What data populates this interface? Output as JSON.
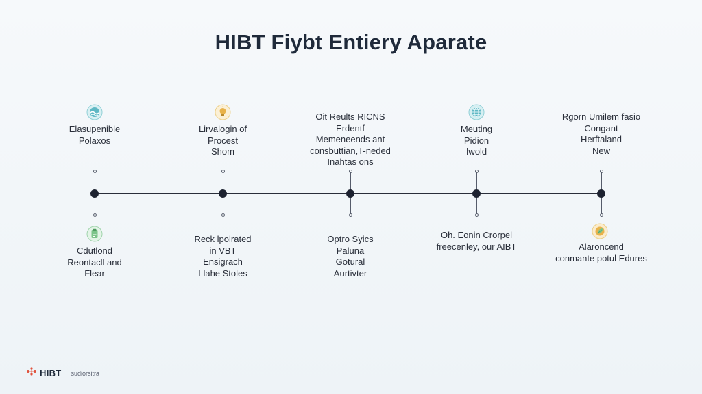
{
  "title": "HIBT Fiybt Entiery Aparate",
  "events": [
    {
      "top": {
        "lines": [
          "Elasupenible",
          "Polaxos"
        ],
        "icon": "water-wave-icon"
      },
      "bottom": {
        "lines": [
          "Cdutlond",
          "Reontacll and",
          "Flear"
        ],
        "icon": "clipboard-icon"
      }
    },
    {
      "top": {
        "lines": [
          "Lirvalogin of",
          "Procest",
          "Shom"
        ],
        "icon": "lightbulb-icon"
      },
      "bottom": {
        "lines": [
          "Reck lpolrated",
          "in VBT",
          "Ensigrach",
          "Llahe Stoles"
        ],
        "icon": ""
      }
    },
    {
      "top": {
        "lines": [
          "Oit Reults RICNS",
          "Erdentf",
          "Memeneends ant",
          "consbuttian,T-neded",
          "Inahtas ons"
        ],
        "icon": ""
      },
      "bottom": {
        "lines": [
          "Optro Syics",
          "Paluna",
          "Gotural",
          "Aurtivter"
        ],
        "icon": ""
      }
    },
    {
      "top": {
        "lines": [
          "Meuting",
          "Pidion",
          "Iwold"
        ],
        "icon": "globe-icon"
      },
      "bottom": {
        "lines": [
          "Oh. Eonin Crorpel",
          "freecenley, our AIBT"
        ],
        "icon": ""
      }
    },
    {
      "top": {
        "lines": [
          "Rgorn Umilem fasio",
          "Congant",
          "Herftaland",
          "New"
        ],
        "icon": ""
      },
      "bottom": {
        "lines": [
          "Alaroncend",
          "conmante potul Edures"
        ],
        "icon": "leaf-badge-icon"
      }
    }
  ],
  "footer": {
    "brand": "HIBT",
    "tagline": "sudiorsitra",
    "logo_icon": "hibt-logo-icon"
  },
  "colors": {
    "axis": "#2a2e3a",
    "node": "#1d2230",
    "title": "#1f2a3a",
    "icon_teal": "#5fb8c4",
    "icon_amber": "#e8b24a",
    "icon_green": "#7cc48a"
  }
}
